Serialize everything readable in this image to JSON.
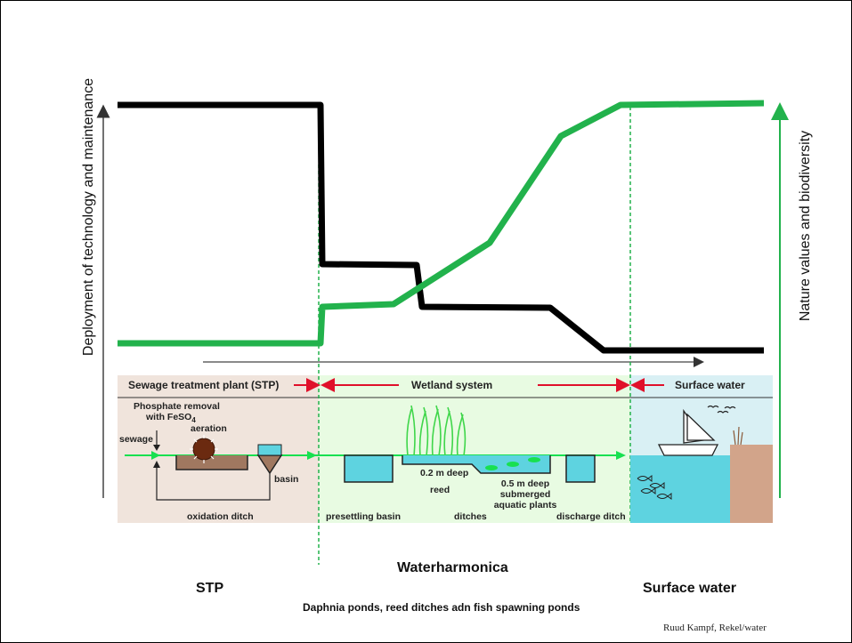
{
  "colors": {
    "technology_line": "#000000",
    "nature_line": "#22b24c",
    "stp_bg": "#f0e4dc",
    "wetland_bg": "#e8fbe2",
    "surface_bg": "#d9f0f4",
    "water": "#5ed3e0",
    "arrow_red": "#e0102a"
  },
  "axes": {
    "left_label": "Deployment of technology and maintenance",
    "right_label": "Nature values and biodiversity"
  },
  "bands": {
    "stp_header": "Sewage treatment plant (STP)",
    "wetland_header": "Wetland system",
    "surface_header": "Surface water"
  },
  "labels": {
    "phosphate": "Phosphate removal",
    "with_feso4": "with FeSO",
    "feso4_sub": "4",
    "aeration": "aeration",
    "sewage": "sewage",
    "basin": "basin",
    "oxidation_ditch": "oxidation ditch",
    "deep_02": "0.2 m deep",
    "reed": "reed",
    "deep_05": "0.5 m deep",
    "submerged": "submerged",
    "aquatic": "aquatic plants",
    "presettling": "presettling basin",
    "ditches": "ditches",
    "discharge": "discharge ditch"
  },
  "bottom": {
    "stp": "STP",
    "waterharmonica": "Waterharmonica",
    "surface": "Surface water",
    "subtitle": "Daphnia ponds, reed ditches adn fish spawning ponds",
    "credit": "Ruud Kampf, Rekel/water"
  },
  "icons": [
    "aeration-icon",
    "reed-plants-icon",
    "sailboat-icon",
    "fish-icon",
    "birds-icon"
  ]
}
